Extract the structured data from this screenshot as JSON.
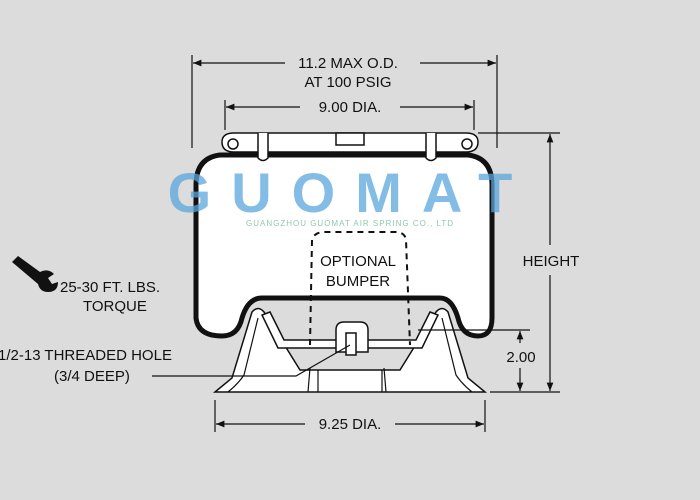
{
  "dimensions": {
    "max_od_line1": "11.2 MAX O.D.",
    "max_od_line2": "AT 100 PSIG",
    "top_dia": "9.00 DIA.",
    "bottom_dia": "9.25 DIA.",
    "height": "HEIGHT",
    "base_height": "2.00"
  },
  "callouts": {
    "torque_line1": "25-30 FT. LBS.",
    "torque_line2": "TORQUE",
    "hole_line1": "1/2-13 THREADED HOLE",
    "hole_line2": "(3/4 DEEP)",
    "bumper_line1": "OPTIONAL",
    "bumper_line2": "BUMPER"
  },
  "watermark": {
    "brand": "GUOMAT",
    "company": "GUANGZHOU GUOMAT AIR SPRING CO., LTD",
    "color": "#5aa5dc"
  },
  "icons": {
    "torque": "wrench-icon"
  }
}
